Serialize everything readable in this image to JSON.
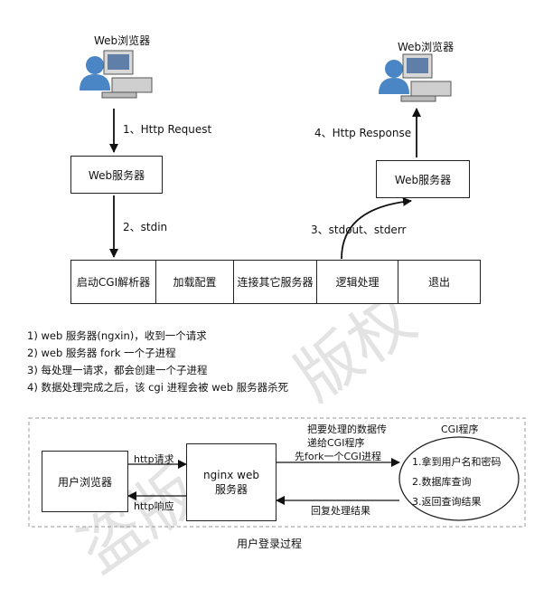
{
  "top": {
    "browser_left_label": "Web浏览器",
    "browser_right_label": "Web浏览器",
    "request_label": "1、Http Request",
    "response_label": "4、Http Response",
    "server_left_label": "Web服务器",
    "server_right_label": "Web服务器",
    "stdin_label": "2、stdin",
    "stdout_label": "3、stdout、stderr",
    "pipeline": [
      "启动CGI解析器",
      "加载配置",
      "连接其它服务器",
      "逻辑处理",
      "退出"
    ]
  },
  "steps": [
    "1)  web 服务器(ngxin)，收到一个请求",
    "2)  web 服务器 fork 一个子进程",
    "3)  每处理一请求，都会创建一个子进程",
    "4)  数据处理完成之后，该 cgi 进程会被 web 服务器杀死"
  ],
  "bottom": {
    "user_browser": "用户浏览器",
    "http_request": "http请求",
    "http_response": "http响应",
    "nginx_line1": "nginx web",
    "nginx_line2": "服务器",
    "forward_line1": "把要处理的数据传",
    "forward_line2": "递给CGI程序",
    "fork_label": "先fork一个CGI进程",
    "reply_label": "回复处理结果",
    "cgi_title": "CGI程序",
    "cgi_items": [
      "1.拿到用户名和密码",
      "2.数据库查询",
      "3.返回查询结果"
    ],
    "caption": "用户登录过程"
  }
}
